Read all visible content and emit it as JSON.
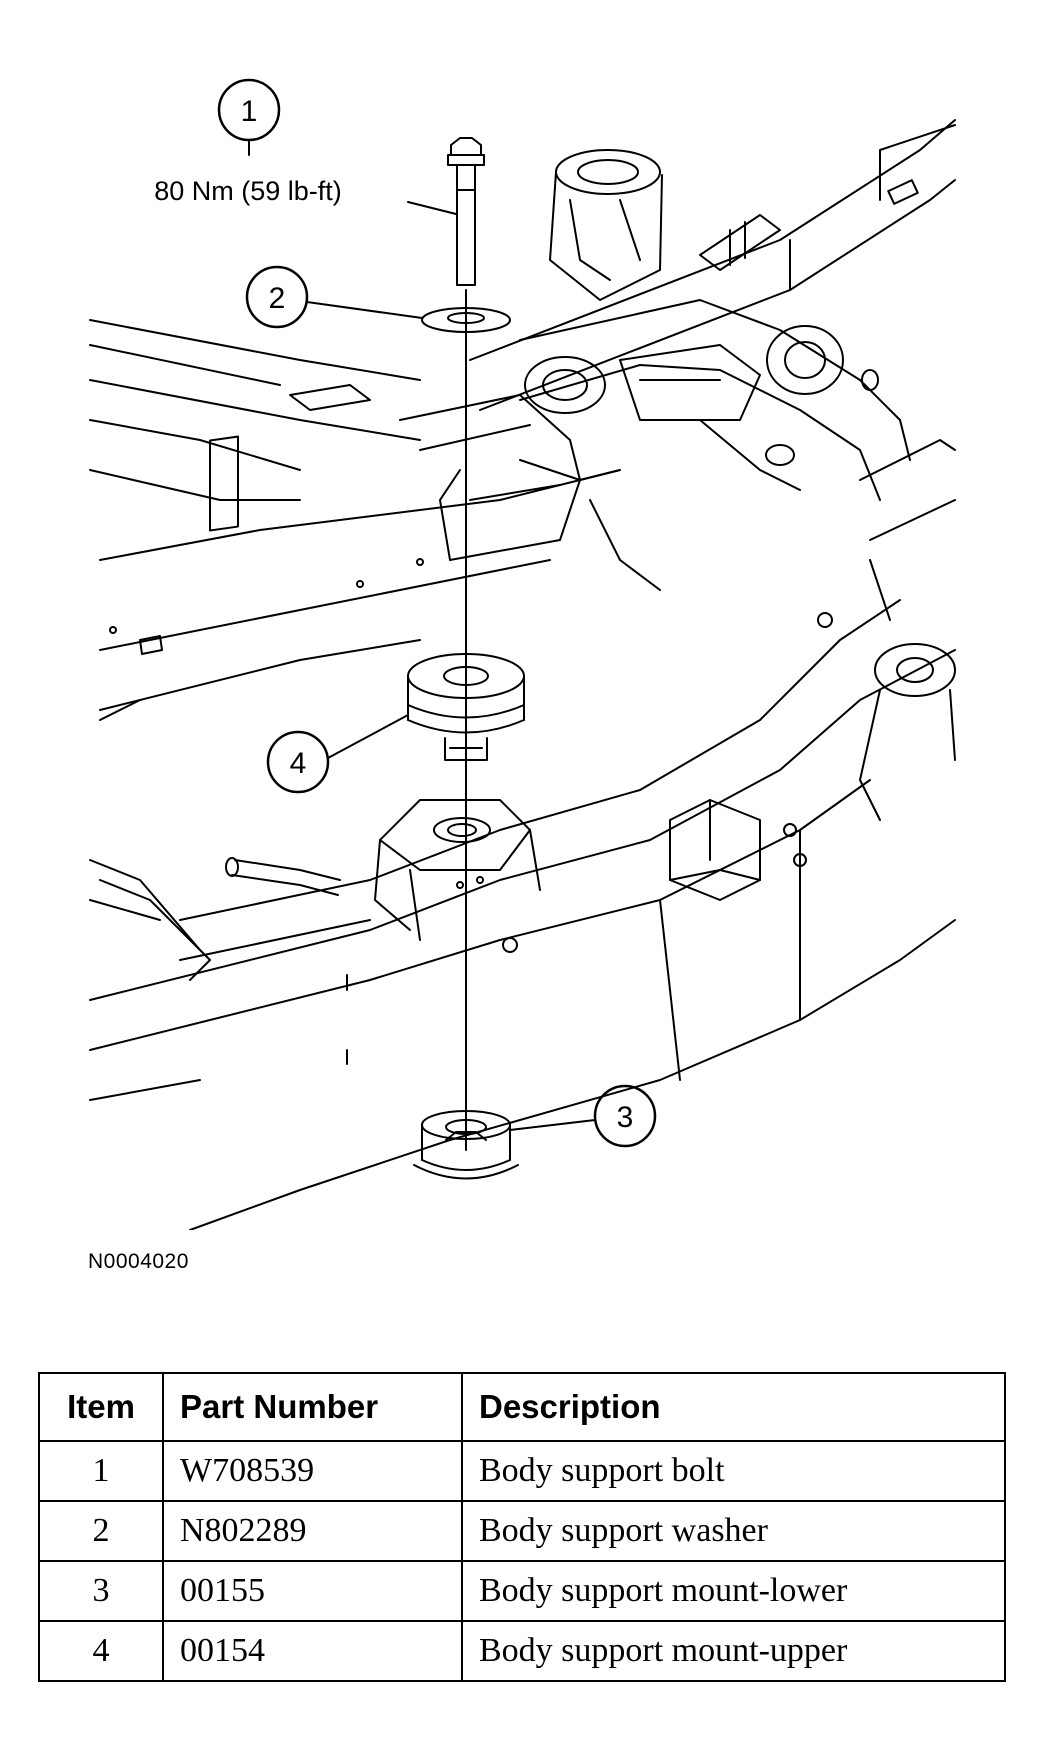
{
  "diagram": {
    "callouts": [
      {
        "number": "1"
      },
      {
        "number": "2"
      },
      {
        "number": "3"
      },
      {
        "number": "4"
      }
    ],
    "torque_spec": "80 Nm (59 lb-ft)",
    "figure_id": "N0004020"
  },
  "table": {
    "headers": {
      "item": "Item",
      "part_number": "Part Number",
      "description": "Description"
    },
    "rows": [
      {
        "item": "1",
        "part_number": "W708539",
        "description": "Body support bolt"
      },
      {
        "item": "2",
        "part_number": "N802289",
        "description": "Body support washer"
      },
      {
        "item": "3",
        "part_number": "00155",
        "description": "Body support mount-lower"
      },
      {
        "item": "4",
        "part_number": "00154",
        "description": "Body support mount-upper"
      }
    ]
  }
}
